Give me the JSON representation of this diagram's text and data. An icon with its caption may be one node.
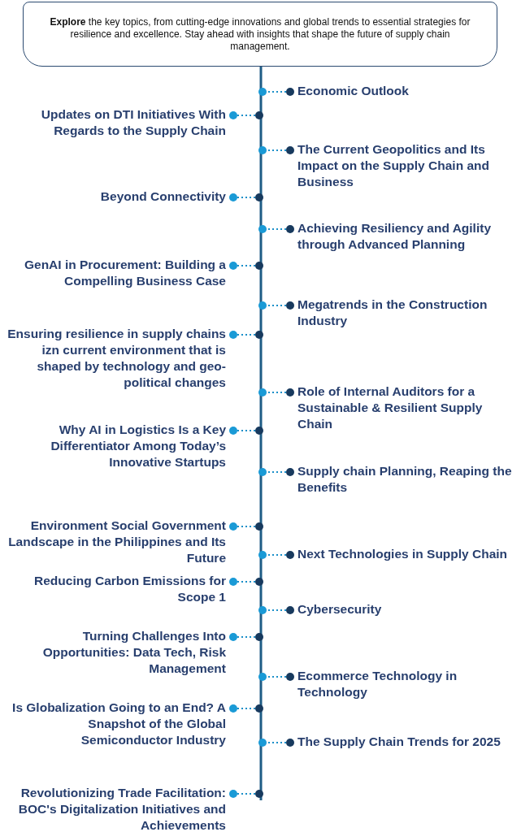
{
  "diagram": {
    "nodes": [
      {
        "text": [
          "**Explore** the key topics, from cutting-edge innovations and global trends to essential strategies for resilience and excellence. Stay ahead with insights that shape the future of supply chain management."
        ]
      },
      {
        "text": [],
        "shape": "bar"
      },
      {
        "text": [
          "Economic Outlook"
        ]
      },
      {
        "text": [
          "Updates on DTI Initiatives With Regards to the Supply Chain"
        ]
      },
      {
        "text": [
          "The Current Geopolitics and Its Impact on the Supply Chain and Business"
        ]
      },
      {
        "text": [
          "Beyond Connectivity"
        ]
      },
      {
        "text": [
          "Achieving Resiliency and Agility through Advanced Planning"
        ]
      },
      {
        "text": [
          "GenAI in Procurement: Building a Compelling Business Case"
        ]
      },
      {
        "text": [
          "Megatrends in the Construction Industry"
        ]
      },
      {
        "text": [
          "Ensuring resilience in supply chains izn current environment that is shaped by technology and geo-political changes"
        ]
      },
      {
        "text": [
          "Role of Internal Auditors for a Sustainable & Resilient Supply Chain"
        ]
      },
      {
        "text": [
          "Why AI in Logistics Is a Key Differentiator Among Today’s Innovative Startups"
        ]
      },
      {
        "text": [
          "Supply chain Planning, Reaping the Benefits"
        ]
      },
      {
        "text": [
          "Environment Social Government Landscape in the Philippines and Its Future"
        ]
      },
      {
        "text": [
          "Next Technologies in Supply Chain"
        ]
      },
      {
        "text": [
          "Reducing Carbon Emissions for Scope 1"
        ]
      },
      {
        "text": [
          "Cybersecurity"
        ]
      },
      {
        "text": [
          "Turning Challenges Into Opportunities: Data Tech, Risk Management"
        ]
      },
      {
        "text": [
          "Ecommerce Technology in Technology"
        ]
      },
      {
        "text": [
          "Is Globalization Going to an End? A Snapshot of the Global Semiconductor Industry"
        ]
      },
      {
        "text": [
          "The Supply Chain Trends for 2025"
        ]
      },
      {
        "text": [
          "Revolutionizing Trade Facilitation: BOC's Digitalization Initiatives and Achievements"
        ]
      }
    ],
    "edges": [
      {
        "from": 2,
        "to": 1,
        "arrow": "other"
      },
      {
        "from": 3,
        "to": 1,
        "arrow": "other"
      },
      {
        "from": 4,
        "to": 1,
        "arrow": "other"
      },
      {
        "from": 5,
        "to": 1,
        "arrow": "other"
      },
      {
        "from": 6,
        "to": 1,
        "arrow": "other"
      },
      {
        "from": 7,
        "to": 1,
        "arrow": "other"
      },
      {
        "from": 8,
        "to": 1,
        "arrow": "other"
      },
      {
        "from": 9,
        "to": 1,
        "arrow": "other"
      },
      {
        "from": 10,
        "to": 1,
        "arrow": "other"
      },
      {
        "from": 11,
        "to": 1,
        "arrow": "other"
      },
      {
        "from": 12,
        "to": 1,
        "arrow": "other"
      },
      {
        "from": 13,
        "to": 1,
        "arrow": "other"
      },
      {
        "from": 14,
        "to": 1,
        "arrow": "other"
      },
      {
        "from": 15,
        "to": 1,
        "arrow": "other"
      },
      {
        "from": 16,
        "to": 1,
        "arrow": "other"
      },
      {
        "from": 17,
        "to": 1,
        "arrow": "other"
      },
      {
        "from": 18,
        "to": 1,
        "arrow": "other"
      },
      {
        "from": 19,
        "to": 1,
        "arrow": "other"
      },
      {
        "from": 20,
        "to": 1,
        "arrow": "other"
      },
      {
        "from": 21,
        "to": 1,
        "arrow": "other"
      }
    ]
  }
}
